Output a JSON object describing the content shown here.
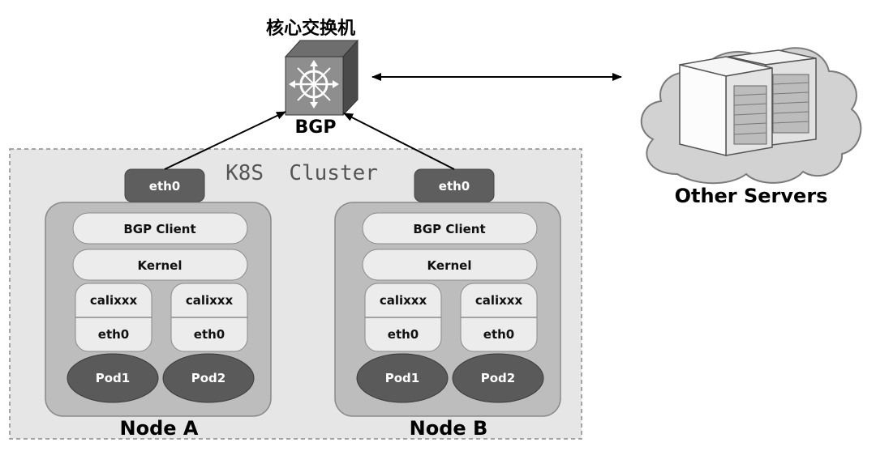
{
  "switch": {
    "title": "核心交换机",
    "protocol": "BGP"
  },
  "cluster": {
    "label": "K8S  Cluster"
  },
  "other_servers": {
    "label": "Other Servers"
  },
  "nodes": [
    {
      "name": "Node A",
      "nic": "eth0",
      "bgp_client": "BGP Client",
      "kernel": "Kernel",
      "pods": [
        {
          "veth": "calixxx",
          "eth": "eth0",
          "name": "Pod1"
        },
        {
          "veth": "calixxx",
          "eth": "eth0",
          "name": "Pod2"
        }
      ]
    },
    {
      "name": "Node B",
      "nic": "eth0",
      "bgp_client": "BGP Client",
      "kernel": "Kernel",
      "pods": [
        {
          "veth": "calixxx",
          "eth": "eth0",
          "name": "Pod1"
        },
        {
          "veth": "calixxx",
          "eth": "eth0",
          "name": "Pod2"
        }
      ]
    }
  ],
  "colors": {
    "cluster_fill": "#e6e6e6",
    "node_fill": "#bdbdbd",
    "pill_fill": "#ececec",
    "pod_fill": "#5a5a5a",
    "nic_fill": "#5e5e5e",
    "switch_front": "#8e8e8e",
    "switch_top": "#6e6e6e",
    "switch_side": "#4a4a4a",
    "cloud_fill": "#d2d2d2"
  }
}
